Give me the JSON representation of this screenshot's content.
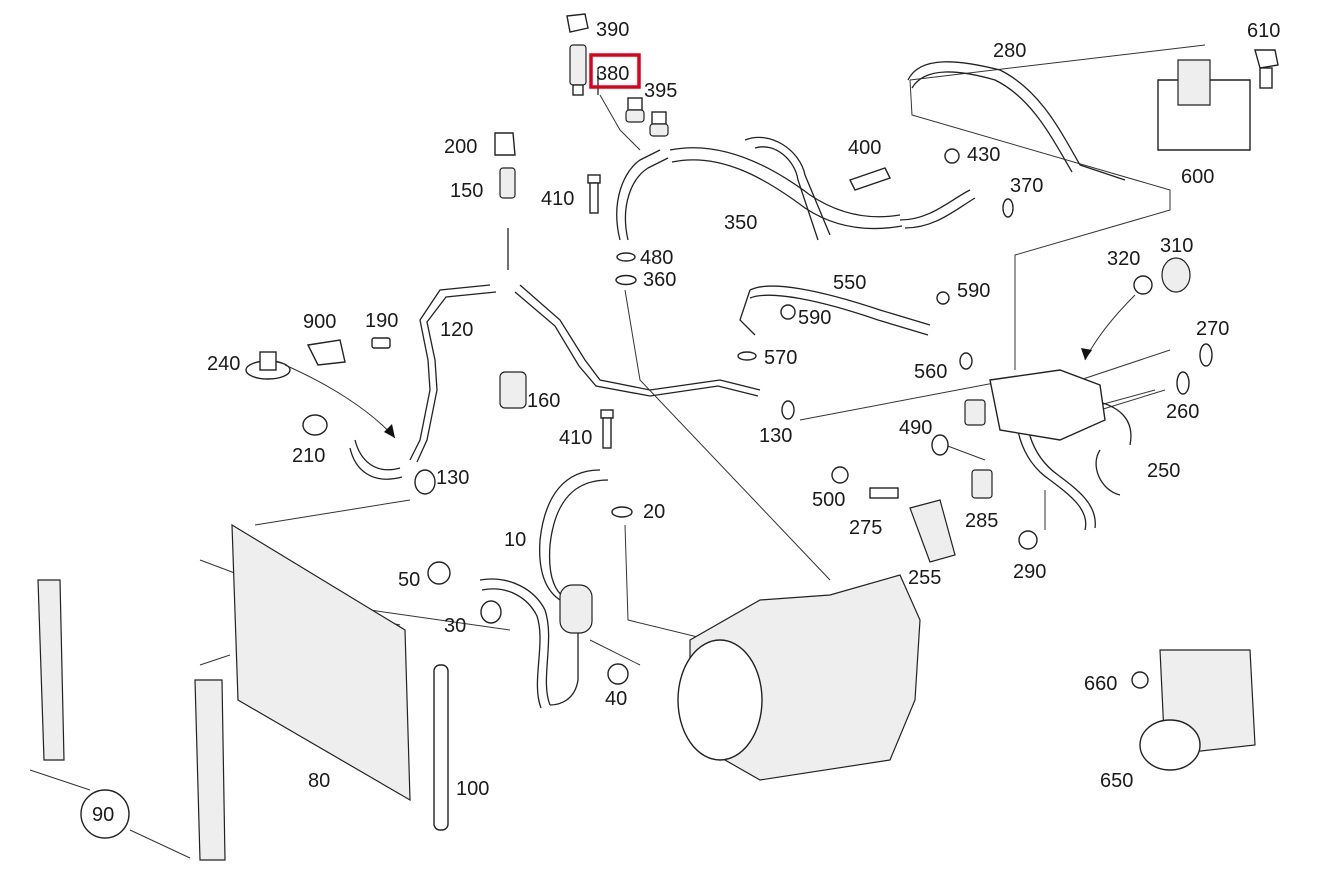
{
  "highlight": {
    "label": "380",
    "color": "#e0001a"
  },
  "labels": {
    "p10": "10",
    "p20": "20",
    "p30": "30",
    "p40": "40",
    "p50": "50",
    "p80": "80",
    "p90": "90",
    "p100": "100",
    "p120": "120",
    "p130a": "130",
    "p130b": "130",
    "p150": "150",
    "p160": "160",
    "p190": "190",
    "p200": "200",
    "p210": "210",
    "p240": "240",
    "p250": "250",
    "p255": "255",
    "p260": "260",
    "p270": "270",
    "p275": "275",
    "p280": "280",
    "p285": "285",
    "p290": "290",
    "p310": "310",
    "p320": "320",
    "p350": "350",
    "p360": "360",
    "p370": "370",
    "p380": "380",
    "p390": "390",
    "p395": "395",
    "p400": "400",
    "p410a": "410",
    "p410b": "410",
    "p430": "430",
    "p480": "480",
    "p490": "490",
    "p500": "500",
    "p550": "550",
    "p560": "560",
    "p570": "570",
    "p590a": "590",
    "p590b": "590",
    "p600": "600",
    "p610": "610",
    "p650": "650",
    "p660": "660",
    "p900": "900"
  }
}
